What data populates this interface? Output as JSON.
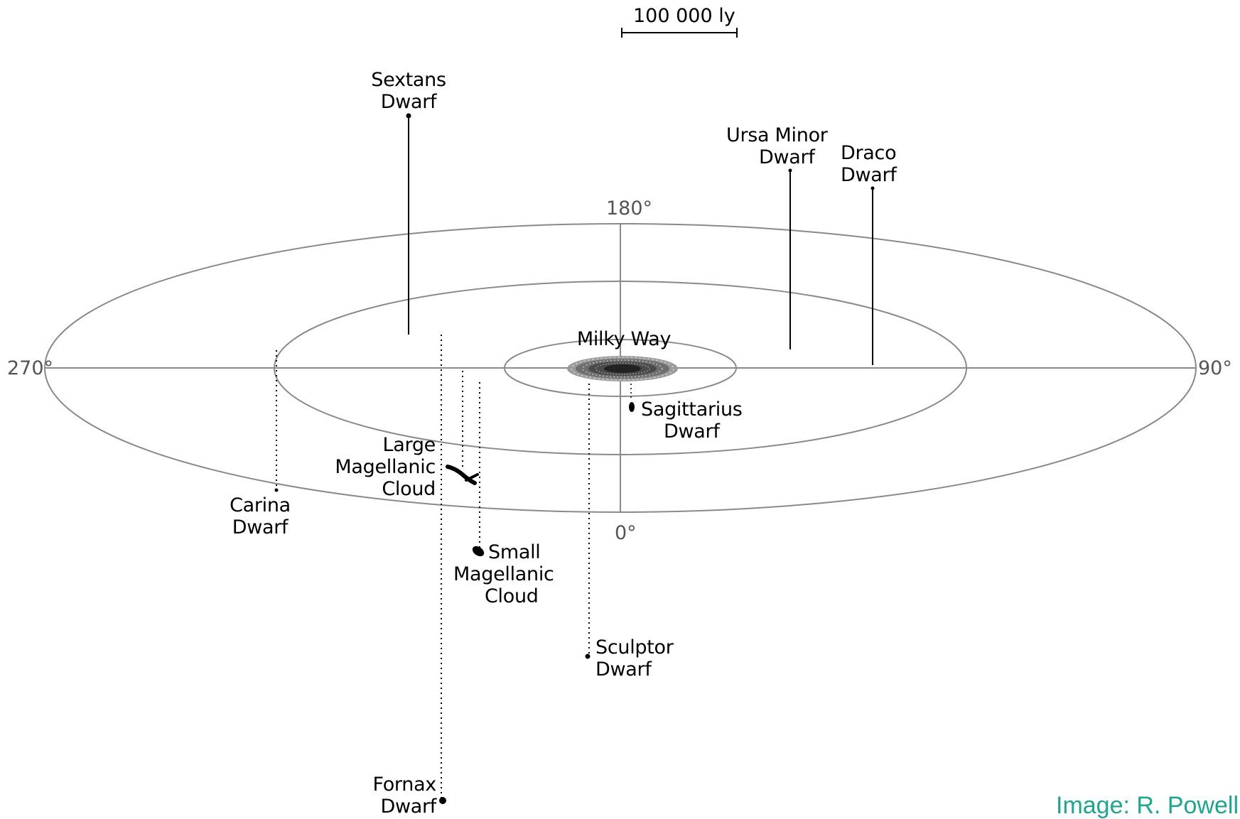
{
  "scale_bar": {
    "label": "100 000 ly"
  },
  "angles": {
    "a180": "180°",
    "a90": "90°",
    "a0": "0°",
    "a270": "270°"
  },
  "galaxies": {
    "milky_way": "Milky Way",
    "sextans": [
      "Sextans",
      "Dwarf"
    ],
    "ursa_minor": [
      "Ursa Minor",
      "Dwarf"
    ],
    "draco": [
      "Draco",
      "Dwarf"
    ],
    "sagittarius": [
      "Sagittarius",
      "Dwarf"
    ],
    "lmc": [
      "Large",
      "Magellanic",
      "Cloud"
    ],
    "carina": [
      "Carina",
      "Dwarf"
    ],
    "smc": [
      "Small",
      "Magellanic",
      "Cloud"
    ],
    "sculptor": [
      "Sculptor",
      "Dwarf"
    ],
    "fornax": [
      "Fornax",
      "Dwarf"
    ]
  },
  "credit": "Image: R. Powell",
  "colors": {
    "ring": "#8a8a8a",
    "credit": "#1aa88f",
    "marker": "#000000"
  }
}
